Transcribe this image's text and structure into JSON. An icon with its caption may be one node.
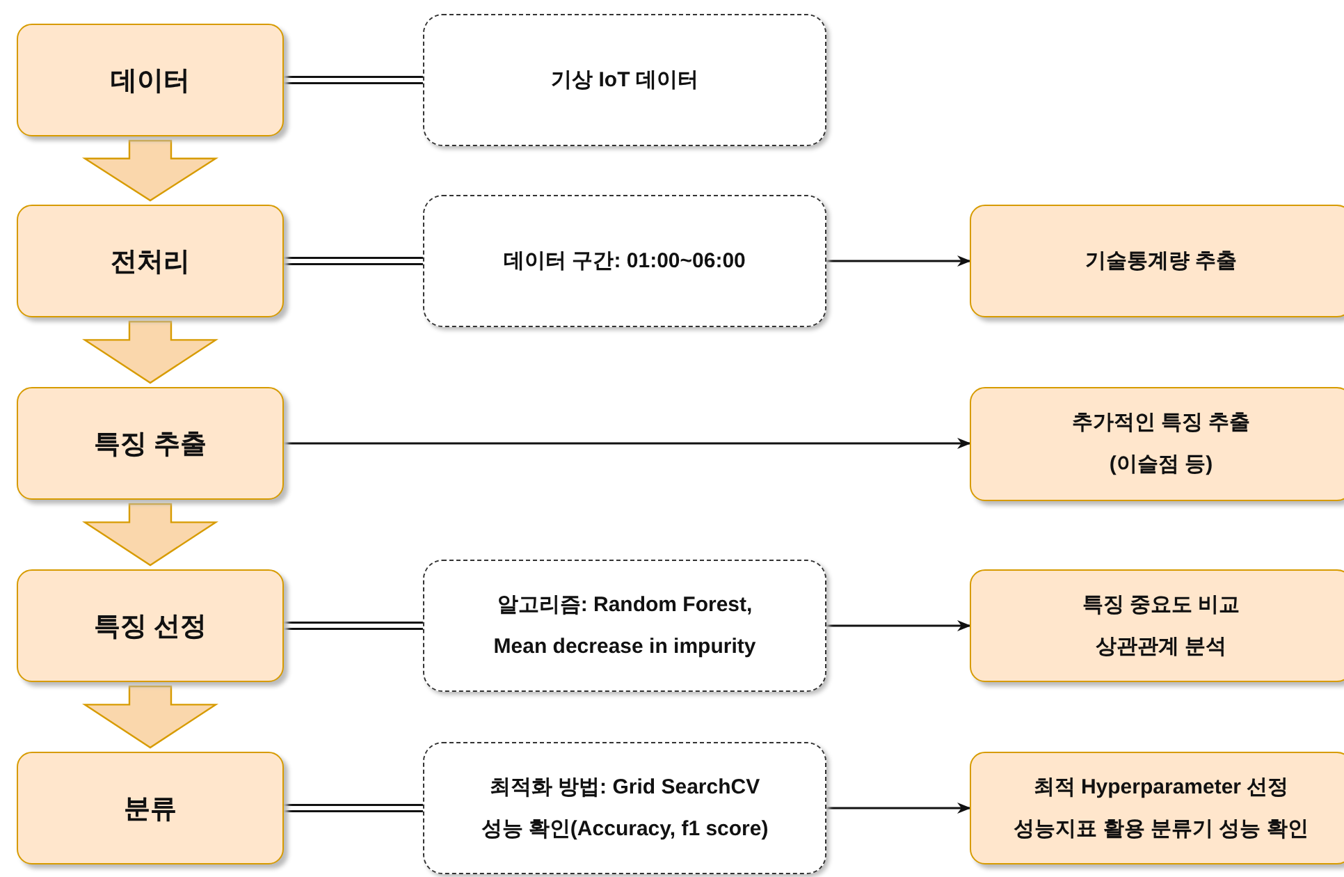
{
  "diagram": {
    "nodes": [
      {
        "text": [
          "데이터"
        ]
      },
      {
        "text": [
          "전처리"
        ]
      },
      {
        "text": [
          "특징 추출"
        ]
      },
      {
        "text": [
          "특징 선정"
        ]
      },
      {
        "text": [
          "분류"
        ]
      },
      {
        "text": [
          "기상 IoT 데이터"
        ]
      },
      {
        "text": [
          "데이터 구간: 01:00~06:00"
        ]
      },
      {
        "text": [
          "기술통계량 추출"
        ]
      },
      {
        "text": [
          "추가적인 특징 추출 (이슬점 등)"
        ]
      },
      {
        "text": [
          "알고리즘: Random Forest, Mean decrease in impurity"
        ]
      },
      {
        "text": [
          "특징 중요도 비교",
          "상관관계 분석"
        ]
      },
      {
        "text": [
          "최적화 방법: Grid SearchCV",
          "성능 확인(Accuracy, f1 score)"
        ]
      },
      {
        "text": [
          "최적 Hyperparameter 선정",
          "성능지표 활용 분류기 성능 확인"
        ]
      }
    ],
    "edges": [
      {
        "from": 0,
        "to": 1,
        "arrow": "to",
        "style": "thick",
        "color": "#fad7ac"
      },
      {
        "from": 1,
        "to": 2,
        "arrow": "to",
        "style": "thick",
        "color": "#fad7ac"
      },
      {
        "from": 2,
        "to": 3,
        "arrow": "to",
        "style": "thick",
        "color": "#fad7ac"
      },
      {
        "from": 3,
        "to": 4,
        "arrow": "to",
        "style": "thick",
        "color": "#fad7ac"
      },
      {
        "from": 0,
        "to": 5,
        "arrow": "none",
        "style": "thick"
      },
      {
        "from": 1,
        "to": 6,
        "arrow": "none",
        "style": "thick"
      },
      {
        "from": 3,
        "to": 9,
        "arrow": "none",
        "style": "thick"
      },
      {
        "from": 4,
        "to": 11,
        "arrow": "none",
        "style": "thick"
      },
      {
        "from": 6,
        "to": 7,
        "arrow": "to"
      },
      {
        "from": 2,
        "to": 8,
        "arrow": "to"
      },
      {
        "from": 9,
        "to": 10,
        "arrow": "to"
      },
      {
        "from": 11,
        "to": 12,
        "arrow": "to"
      }
    ]
  }
}
